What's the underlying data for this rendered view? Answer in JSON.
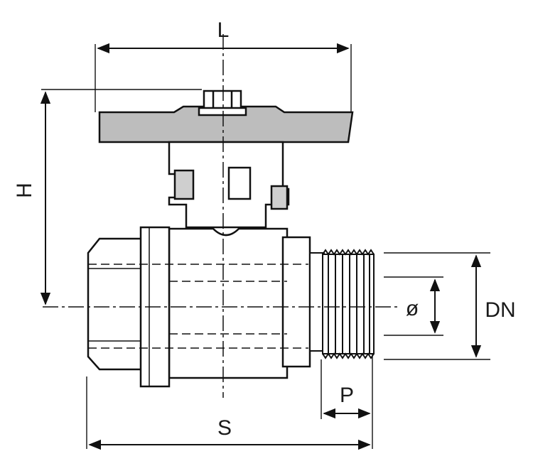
{
  "diagram": {
    "labels": {
      "length": "L",
      "height": "H",
      "bore": "ø",
      "nominal_diameter": "DN",
      "thread_length": "P",
      "overall_length": "S"
    }
  }
}
